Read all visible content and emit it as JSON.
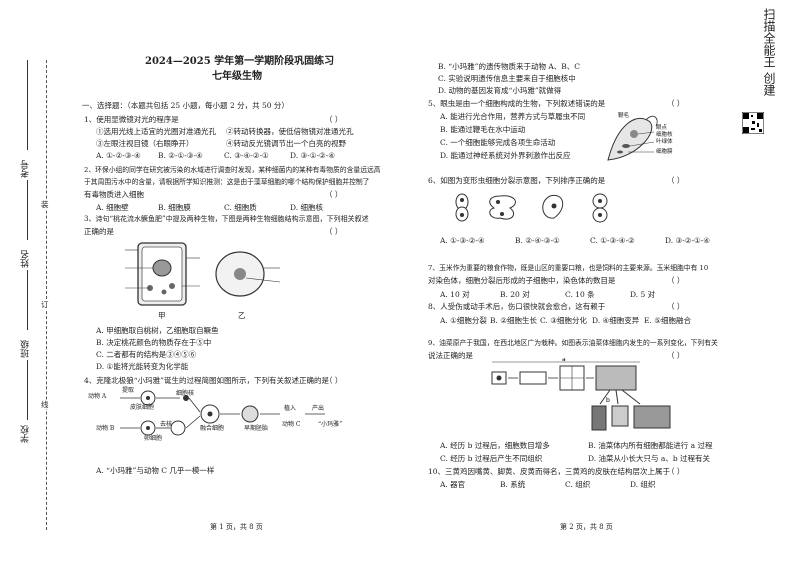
{
  "header": {
    "title": "2024—2025 学年第一学期阶段巩固练习",
    "subtitle": "七年级生物"
  },
  "binding": {
    "school": "学校",
    "class": "班级",
    "name": "姓名",
    "exam_no": "考号",
    "marks": [
      "装",
      "订",
      "线"
    ]
  },
  "scan_label": "扫描全能王 创建",
  "section1": "一、选择题：（本题共包括 25 小题，每小题 2 分，共 50 分）",
  "left": {
    "q1": "1、使用显微镜对光的程序是",
    "q1_paren": "（      ）",
    "q1_s1": "①选用光线上适宜的光圈对准通光孔",
    "q1_s2": "②转动转换器，使低倍物镜对准通光孔",
    "q1_s3": "③左眼注视目镜（右眼睁开）",
    "q1_s4": "④转动反光镜调节出一个白亮的视野",
    "q1_a": "A.  ①-②-③-④",
    "q1_b": "B. ②-①-③-④",
    "q1_c": "C. ③-④-②-①",
    "q1_d": "D. ③-①-②-④",
    "q2_l1": "2、环保小组的同学在研究被污染的水域进行调查时发现，某种细菌内的某种有毒物质的含量远远高",
    "q2_l2": "于其周围污水中的含量，请根据所学知识推测：这是由于藻草细胞的哪个结构保护细胞并控制了",
    "q2_l3": "有毒物质进入细胞",
    "q2_paren": "（      ）",
    "q2_a": "A. 细胞壁",
    "q2_b": "B. 细胞膜",
    "q2_c": "C. 细胞质",
    "q2_d": "D. 细胞核",
    "q3_l1": "3、诗句“桃花流水鳜鱼肥”中提及两种生物，下图是两种生物细胞结构示意图，下列相关叙述",
    "q3_l2": "正确的是",
    "q3_paren": "（      ）",
    "fig_jia": "甲",
    "fig_yi": "乙",
    "q3_a": "A. 甲细胞取自桃树，乙细胞取自鳜鱼",
    "q3_b": "B. 决定桃花颜色的物质存在于⑤中",
    "q3_c": "C. 二者都有的结构是③④⑤⑥",
    "q3_d": "D. ①能将光能转变为化学能",
    "q4": "4、克隆北极狼“小玛雅”诞生的过程简图如图所示，下列有关叙述正确的是",
    "q4_paren": "（      ）",
    "q4_fig": {
      "animal_a": "动物 A",
      "extract": "提取",
      "skin_cell": "皮肤细胞",
      "nucleus": "细胞核",
      "animal_b": "动物 B",
      "egg": "卵细胞",
      "remove": "去核",
      "fused": "融合细胞",
      "embryo": "早期胚胎",
      "implant": "植入",
      "animal_c": "动物 C",
      "birth": "产出",
      "maya": "“小玛雅”"
    },
    "q4_a": "A. “小玛雅”与动物 C 几乎一模一样",
    "page": "第 1 页，共 8 页"
  },
  "right": {
    "q4_b": "B. “小玛雅”的遗传物质来于动物 A、B、C",
    "q4_c": "C. 实验说明遗传信息主要来自于细胞核中",
    "q4_d": "D. 动物的基因发育成“小玛雅”就做得",
    "q5": "5、眼虫是由一个细胞构成的生物，下列叙述错误的是",
    "q5_paren": "（      ）",
    "q5_a": "A. 能进行光合作用，营养方式与草履虫不同",
    "q5_b": "B. 能通过鞭毛在水中运动",
    "q5_c": "C. 一个细胞能够完成各项生命活动",
    "q5_d": "D. 能通过神经系统对外界刺激作出反应",
    "euglena_labels": [
      "鞭毛",
      "眼点",
      "细胞核",
      "叶绿体",
      "细胞膜"
    ],
    "q6": "6、如图为变形虫细胞分裂示意图，下列排序正确的是",
    "q6_paren": "（      ）",
    "q6_a": "A. ①-③-②-④",
    "q6_b": "B. ②-④-③-①",
    "q6_c": "C. ①-③-④-②",
    "q6_d": "D. ③-②-①-④",
    "q7_l1": "7、玉米作为重要的粮食作物，既是山区的重要口粮，也是饲料的主要来源。玉米细胞中有 10",
    "q7_l2": "对染色体，细胞分裂后形成的子细胞中，染色体的数目是",
    "q7_paren": "（      ）",
    "q7_a": "A. 10 对",
    "q7_b": "B. 20 对",
    "q7_c": "C. 10 条",
    "q7_d": "D. 5 对",
    "q8": "8、人受伤或动手术后，伤口很快就会愈合，这有赖于",
    "q8_paren": "（      ）",
    "q8_a": "A. ①细胞分裂",
    "q8_b": "B. ②细胞生长",
    "q8_c": "C. ③细胞分化",
    "q8_d": "D. ④细胞变异",
    "q8_e": "E. ⑤细胞融合",
    "q9_l1": "9、油菜原产于我国，在西北地区广为栽种。如图表示油菜体细胞内发生的一系列变化，下列有关",
    "q9_l2": "说法正确的是",
    "q9_paren": "（      ）",
    "q9_a": "A. 经历 b 过程后，细胞数目增多",
    "q9_b": "B. 油菜体内所有细胞都能进行 a 过程",
    "q9_c": "C. 经历 b 过程后产生不同组织",
    "q9_d": "D. 油菜从小长大只与 a、b 过程有关",
    "q10": "10、三黄鸡因嘴黄、脚黄、皮黄而得名，三黄鸡的皮肤在结构层次上属于",
    "q10_paren": "（      ）",
    "q10_a": "A. 器官",
    "q10_b": "B. 系统",
    "q10_c": "C. 组织",
    "q10_d": "D. 组织",
    "page": "第 2 页，共 8 页"
  }
}
